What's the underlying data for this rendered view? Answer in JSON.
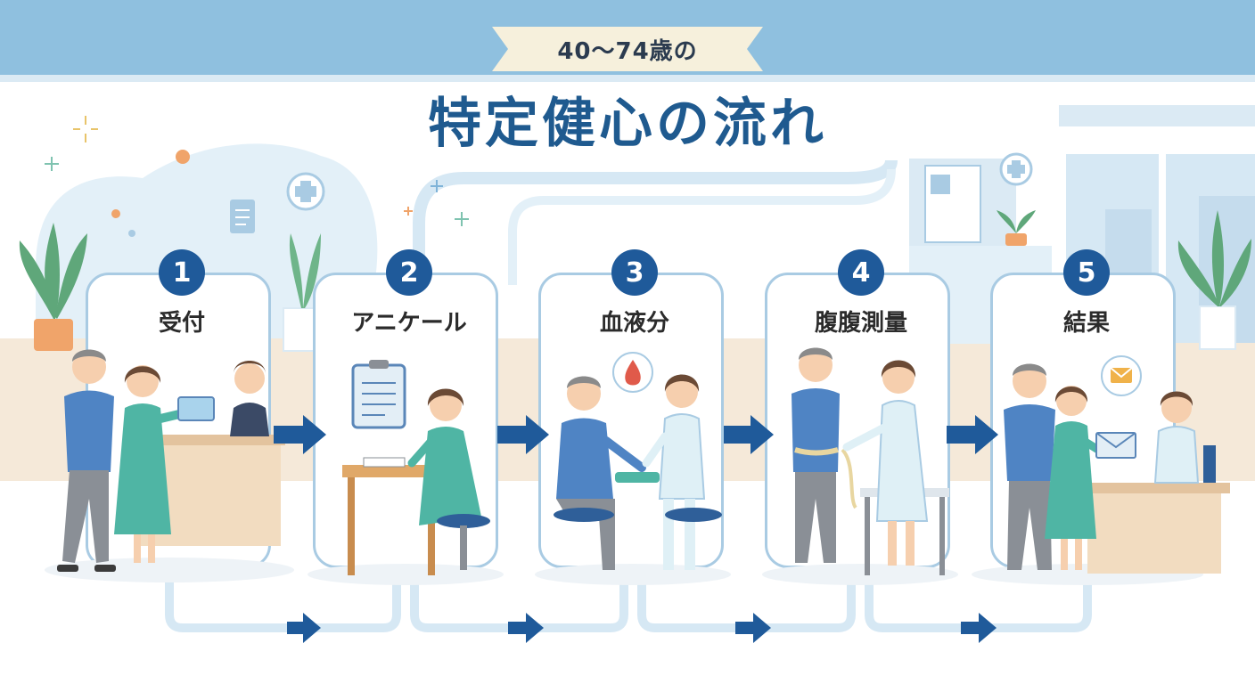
{
  "header": {
    "ribbon": "40〜74歳の",
    "title": "特定健心の流れ"
  },
  "steps": [
    {
      "number": "1",
      "label": "受付"
    },
    {
      "number": "2",
      "label": "アニケール"
    },
    {
      "number": "3",
      "label": "血液分"
    },
    {
      "number": "4",
      "label": "腹腹測量"
    },
    {
      "number": "5",
      "label": "結果"
    }
  ],
  "colors": {
    "accent": "#1f5a9a",
    "card_border": "#a9cbe3",
    "band": "#8fc0df"
  }
}
